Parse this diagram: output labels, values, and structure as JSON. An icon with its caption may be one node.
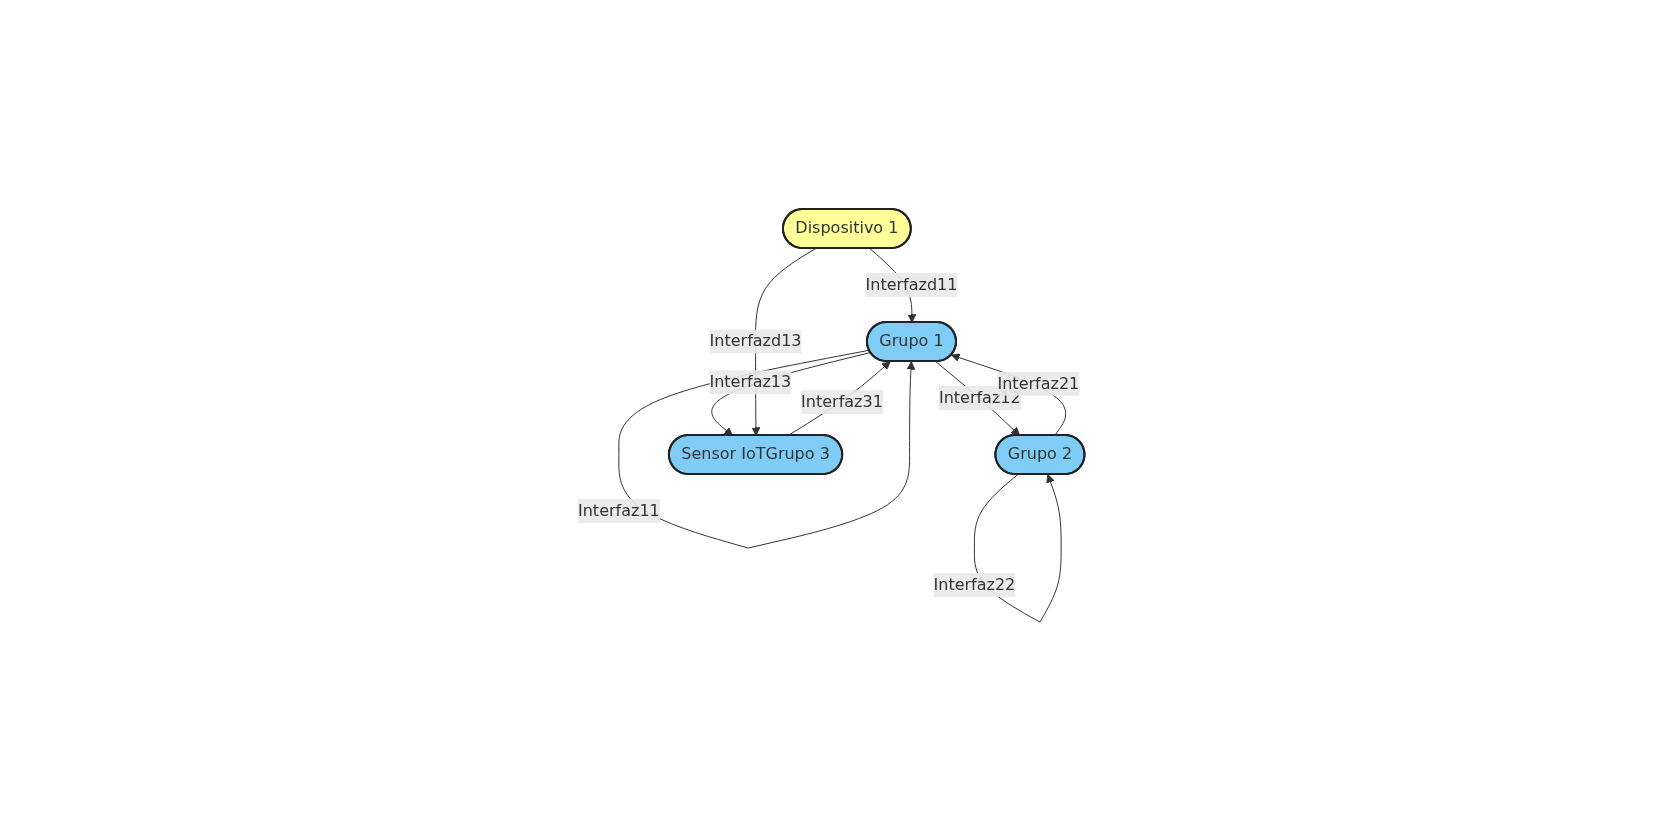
{
  "diagram": {
    "nodes": [
      {
        "text": [
          "Grupo 1"
        ]
      },
      {
        "text": [
          "Grupo 2"
        ]
      },
      {
        "text": [
          "Sensor IoTGrupo 3"
        ]
      },
      {
        "text": [
          "Dispositivo 1"
        ]
      }
    ],
    "edges": [
      {
        "from": 0,
        "to": 0,
        "arrow": "to",
        "label": "Interfaz11"
      },
      {
        "from": 2,
        "to": 0,
        "arrow": "to",
        "label": "Interfaz31"
      },
      {
        "from": 0,
        "to": 1,
        "arrow": "to",
        "label": "Interfaz12"
      },
      {
        "from": 1,
        "to": 0,
        "arrow": "to",
        "label": "Interfaz21"
      },
      {
        "from": 0,
        "to": 2,
        "arrow": "to",
        "label": "Interfaz13"
      },
      {
        "from": 3,
        "to": 0,
        "arrow": "to",
        "label": "Interfazd11"
      },
      {
        "from": 3,
        "to": 2,
        "arrow": "to",
        "label": "Interfazd13"
      },
      {
        "from": 1,
        "to": 1,
        "arrow": "to",
        "label": "Interfaz22"
      }
    ]
  }
}
